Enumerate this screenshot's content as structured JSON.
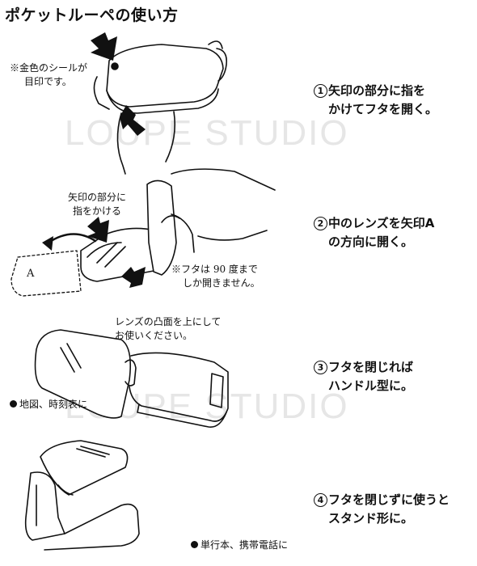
{
  "title": "ポケットルーペの使い方",
  "watermark": "LOUPE STUDIO",
  "notes": {
    "seal": [
      "※金色のシールが",
      "目印です。"
    ],
    "finger": [
      "矢印の部分に",
      "指をかける"
    ],
    "label_a": "A",
    "lid_limit": [
      "※フタは 90 度まで",
      "しか開きません。"
    ],
    "convex": [
      "レンズの凸面を上にして",
      "お使いください。"
    ]
  },
  "steps": [
    {
      "num": "1",
      "line1": "矢印の部分に指を",
      "line2": "かけてフタを開く。"
    },
    {
      "num": "2",
      "line1": "中のレンズを矢印A",
      "line2": "の方向に開く。"
    },
    {
      "num": "3",
      "line1": "フタを閉じれば",
      "line2": "ハンドル型に。"
    },
    {
      "num": "4",
      "line1": "フタを閉じずに使うと",
      "line2": "スタンド形に。"
    }
  ],
  "uses": {
    "map": "地図、時刻表に",
    "book": "単行本、携帯電話に"
  }
}
